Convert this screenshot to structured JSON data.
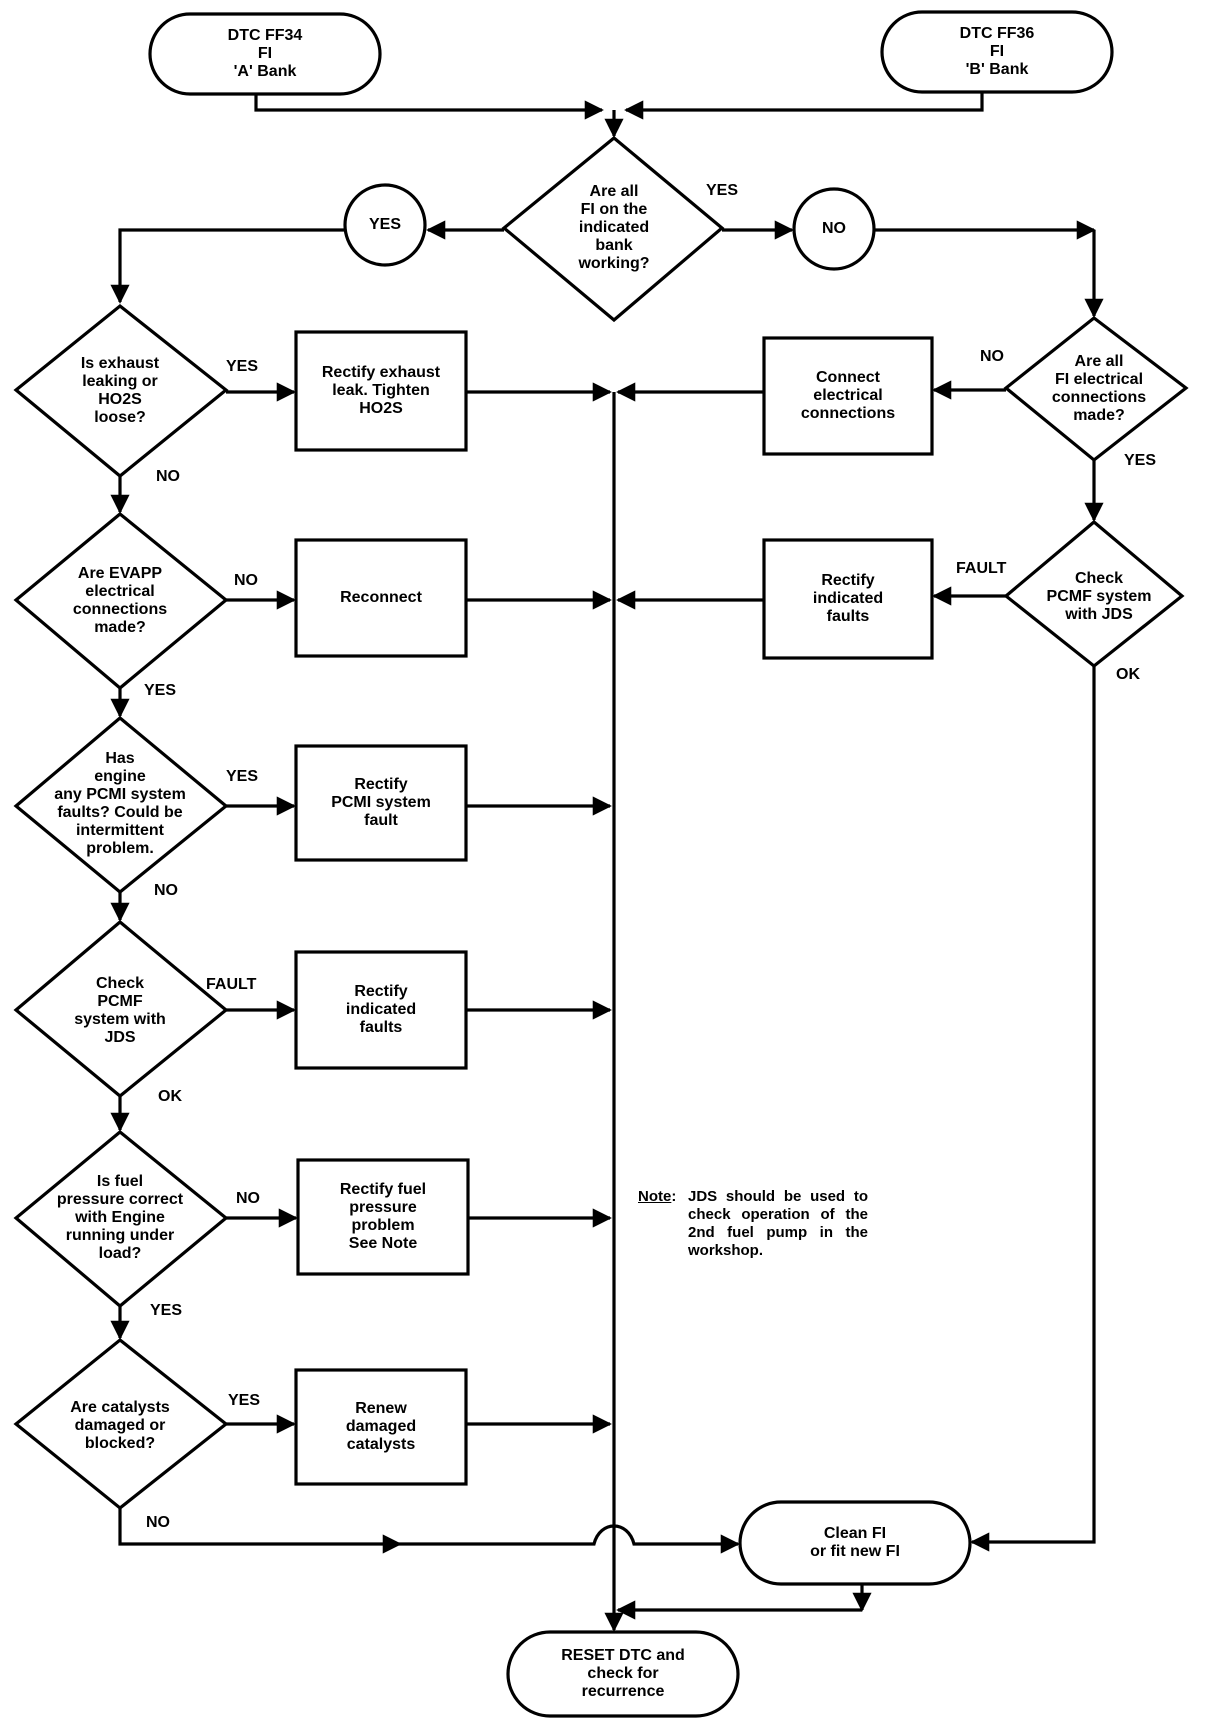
{
  "terminals": {
    "start_a": "DTC FF34\nFI\n'A' Bank",
    "start_b": "DTC FF36\nFI\n'B' Bank",
    "clean": "Clean FI\nor fit new FI",
    "reset": "RESET DTC and\ncheck for\nrecurrence"
  },
  "decisions": {
    "fi_working": "Are all\nFI on the\nindicated\nbank\nworking?",
    "exhaust": "Is exhaust\nleaking or\nHO2S\nloose?",
    "evapp": "Are EVAPP\nelectrical\nconnections\nmade?",
    "pcmi": "Has\nengine\nany PCMI system\nfaults? Could be\nintermittent\nproblem.",
    "pcmf_left": "Check\nPCMF\nsystem with\nJDS",
    "fuel": "Is fuel\npressure correct\nwith Engine\nrunning under\nload?",
    "catalysts": "Are catalysts\ndamaged or\nblocked?",
    "fi_elec": "Are all\nFI electrical\nconnections\nmade?",
    "pcmf_right": "Check\nPCMF system\nwith JDS"
  },
  "connectors": {
    "yes": "YES",
    "no": "NO"
  },
  "actions": {
    "rectify_exhaust": "Rectify exhaust\nleak. Tighten\nHO2S",
    "reconnect": "Reconnect",
    "rectify_pcmi": "Rectify\nPCMI system\nfault",
    "rectify_left": "Rectify\nindicated\nfaults",
    "rectify_fuel": "Rectify fuel\npressure\nproblem\nSee Note",
    "renew": "Renew\ndamaged\ncatalysts",
    "connect_elec": "Connect\nelectrical\nconnections",
    "rectify_right": "Rectify\nindicated\nfaults"
  },
  "edge_labels": {
    "fi_yes": "YES",
    "exhaust_yes": "YES",
    "exhaust_no": "NO",
    "evapp_no": "NO",
    "evapp_yes": "YES",
    "pcmi_yes": "YES",
    "pcmi_no": "NO",
    "pcmf_left_fault": "FAULT",
    "pcmf_left_ok": "OK",
    "fuel_no": "NO",
    "fuel_yes": "YES",
    "catalysts_yes": "YES",
    "catalysts_no": "NO",
    "fi_elec_no": "NO",
    "fi_elec_yes": "YES",
    "pcmf_right_fault": "FAULT",
    "pcmf_right_ok": "OK"
  },
  "note": {
    "heading": "Note",
    "text": "JDS should be used to check operation of the 2nd fuel pump in the workshop."
  }
}
